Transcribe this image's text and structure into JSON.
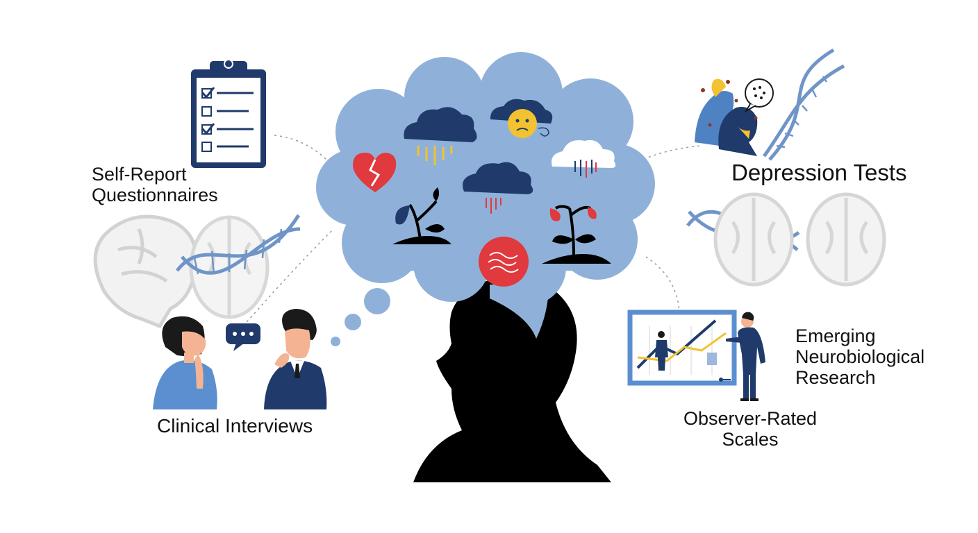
{
  "labels": {
    "self_report": [
      "Self-Report",
      "Questionnaires"
    ],
    "clinical": "Clinical Interviews",
    "title": "Depression Tests",
    "emerging": [
      "Emerging",
      "Neurobiological",
      "Research"
    ],
    "observer": [
      "Observer-Rated",
      "Scales"
    ]
  },
  "colors": {
    "cloud": "#8fb1d9",
    "navy": "#1f3a6b",
    "accent_red": "#e0393e",
    "accent_yellow": "#f2c230",
    "grey_brain": "#d6d6d6",
    "dna": "#6f95c8",
    "silhouette": "#000000"
  },
  "icons": [
    "clipboard-icon",
    "brain-icon",
    "dna-icon",
    "cloud-icon",
    "broken-heart-icon",
    "sad-face-icon",
    "wilted-plant-icon",
    "wave-icon",
    "chat-bubble-icon",
    "head-silhouette-icon",
    "chart-board-icon",
    "person-icon"
  ]
}
